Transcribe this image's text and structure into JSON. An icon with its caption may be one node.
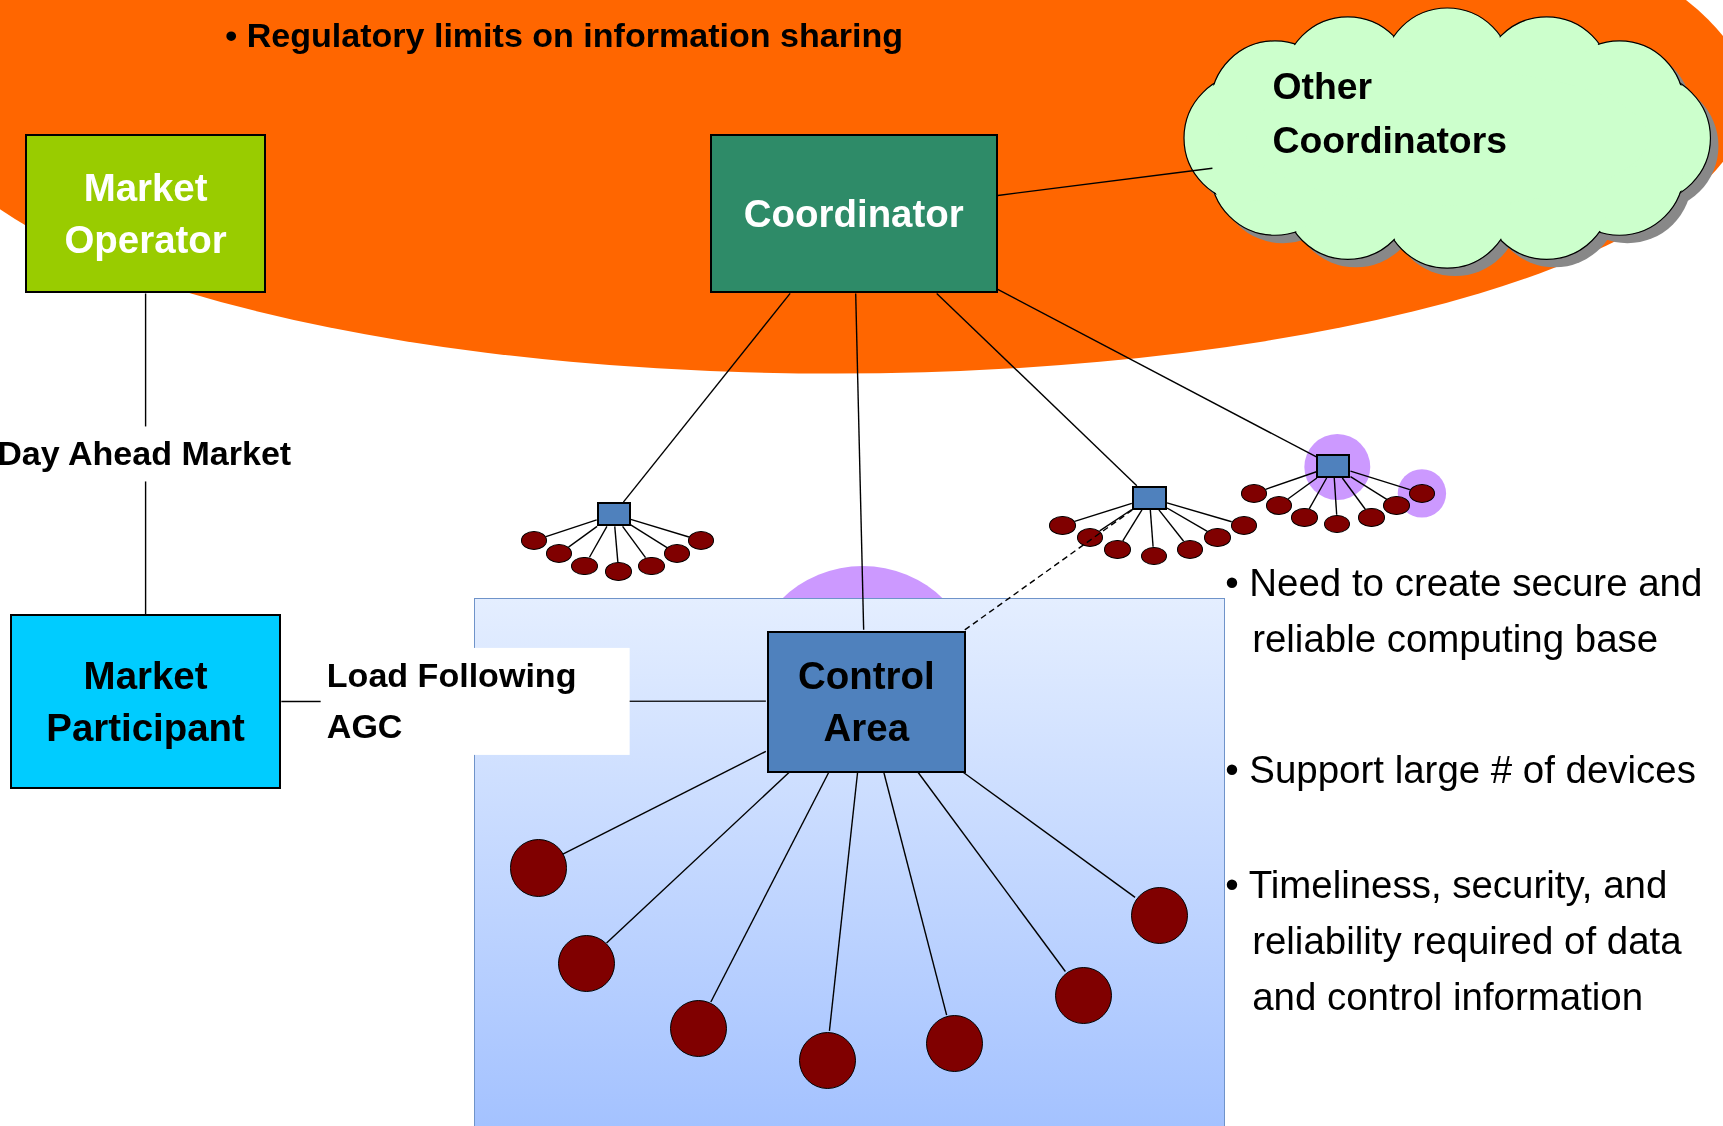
{
  "diagram": {
    "nodes": [
      {
        "text": [
          "Market Operator"
        ]
      },
      {
        "text": [
          "Coordinator"
        ]
      },
      {
        "text": [
          "Other Coordinators"
        ]
      },
      {
        "text": [],
        "shape": "box"
      },
      {
        "text": [],
        "shape": "box"
      },
      {
        "text": [],
        "shape": "box"
      },
      {
        "text": [],
        "shape": "ellipse"
      },
      {
        "text": [],
        "shape": "ellipse"
      },
      {
        "text": [],
        "shape": "ellipse"
      },
      {
        "text": [],
        "shape": "ellipse"
      },
      {
        "text": [],
        "shape": "ellipse"
      },
      {
        "text": [],
        "shape": "ellipse"
      },
      {
        "text": [],
        "shape": "ellipse"
      },
      {
        "text": [],
        "shape": "ellipse"
      },
      {
        "text": [],
        "shape": "ellipse"
      },
      {
        "text": [],
        "shape": "ellipse"
      },
      {
        "text": [],
        "shape": "ellipse"
      },
      {
        "text": [],
        "shape": "ellipse"
      },
      {
        "text": [],
        "shape": "ellipse"
      },
      {
        "text": [],
        "shape": "ellipse"
      },
      {
        "text": [],
        "shape": "ellipse"
      },
      {
        "text": [],
        "shape": "ellipse"
      },
      {
        "text": [],
        "shape": "ellipse"
      },
      {
        "text": [],
        "shape": "ellipse"
      },
      {
        "text": [],
        "shape": "ellipse"
      },
      {
        "text": [],
        "shape": "ellipse"
      },
      {
        "text": [],
        "shape": "ellipse"
      },
      {
        "text": [
          "Market Participant"
        ]
      },
      {
        "text": [],
        "shape": "box"
      },
      {
        "text": [
          "Control Area"
        ],
        "in": 28
      },
      {
        "text": [],
        "shape": "circle",
        "in": 28
      },
      {
        "text": [],
        "shape": "circle",
        "in": 28
      },
      {
        "text": [],
        "shape": "circle",
        "in": 28
      },
      {
        "text": [],
        "shape": "circle",
        "in": 28
      },
      {
        "text": [],
        "shape": "circle",
        "in": 28
      },
      {
        "text": [],
        "shape": "circle",
        "in": 28
      },
      {
        "text": [],
        "shape": "circle",
        "in": 28
      }
    ],
    "edges": [
      {
        "from": 1,
        "to": 2,
        "arrow": "none"
      },
      {
        "from": 1,
        "to": 3,
        "arrow": "none"
      },
      {
        "from": 1,
        "to": 29,
        "arrow": "none"
      },
      {
        "from": 1,
        "to": 4,
        "arrow": "none"
      },
      {
        "from": 1,
        "to": 5,
        "arrow": "none"
      },
      {
        "from": 3,
        "to": 6,
        "arrow": "none"
      },
      {
        "from": 3,
        "to": 7,
        "arrow": "none"
      },
      {
        "from": 3,
        "to": 8,
        "arrow": "none"
      },
      {
        "from": 3,
        "to": 9,
        "arrow": "none"
      },
      {
        "from": 3,
        "to": 10,
        "arrow": "none"
      },
      {
        "from": 3,
        "to": 11,
        "arrow": "none"
      },
      {
        "from": 3,
        "to": 12,
        "arrow": "none"
      },
      {
        "from": 4,
        "to": 13,
        "arrow": "none"
      },
      {
        "from": 4,
        "to": 14,
        "arrow": "none"
      },
      {
        "from": 4,
        "to": 15,
        "arrow": "none"
      },
      {
        "from": 4,
        "to": 16,
        "arrow": "none"
      },
      {
        "from": 4,
        "to": 17,
        "arrow": "none"
      },
      {
        "from": 4,
        "to": 18,
        "arrow": "none"
      },
      {
        "from": 4,
        "to": 19,
        "arrow": "none"
      },
      {
        "from": 5,
        "to": 20,
        "arrow": "none"
      },
      {
        "from": 5,
        "to": 21,
        "arrow": "none"
      },
      {
        "from": 5,
        "to": 22,
        "arrow": "none"
      },
      {
        "from": 5,
        "to": 23,
        "arrow": "none"
      },
      {
        "from": 5,
        "to": 24,
        "arrow": "none"
      },
      {
        "from": 5,
        "to": 25,
        "arrow": "none"
      },
      {
        "from": 5,
        "to": 26,
        "arrow": "none"
      },
      {
        "from": 0,
        "to": 27,
        "arrow": "none",
        "label": "Day Ahead Market"
      },
      {
        "from": 27,
        "to": 29,
        "arrow": "none",
        "label": "Load Following AGC"
      },
      {
        "from": 29,
        "to": 4,
        "arrow": "none",
        "style": "dashed"
      },
      {
        "from": 29,
        "to": 30,
        "arrow": "none"
      },
      {
        "from": 29,
        "to": 31,
        "arrow": "none"
      },
      {
        "from": 29,
        "to": 32,
        "arrow": "none"
      },
      {
        "from": 29,
        "to": 33,
        "arrow": "none"
      },
      {
        "from": 29,
        "to": 34,
        "arrow": "none"
      },
      {
        "from": 29,
        "to": 35,
        "arrow": "none"
      },
      {
        "from": 29,
        "to": 36,
        "arrow": "none"
      }
    ],
    "labels": [
      "• Regulatory limits on information sharing",
      "• Need to create secure and reliable computing base",
      "• Support large # of devices",
      "• Timeliness, security, and reliability required of data and control information"
    ]
  }
}
